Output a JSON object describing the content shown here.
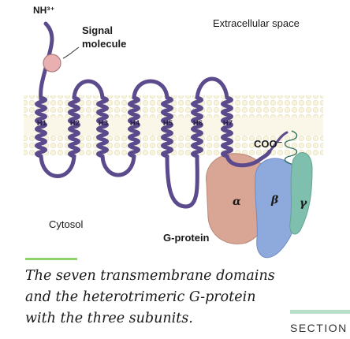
{
  "labels": {
    "nh3": "NH³⁺",
    "signal_molecule": "Signal\nmolecule",
    "extracellular": "Extracellular space",
    "coo": "COO⁻",
    "cytosol": "Cytosol",
    "g_protein": "G-protein",
    "alpha": "α",
    "beta": "β",
    "gamma": "γ"
  },
  "helices": [
    "H1",
    "H2",
    "H3",
    "H4",
    "H5",
    "H6",
    "H7"
  ],
  "caption": "The seven transmembrane domains and the heterotrimeric G-protein with the three subunits.",
  "section_label": "SECTION",
  "colors": {
    "receptor": "#5b4a8c",
    "membrane": "#f1eccf",
    "signal_molecule": "#e8b0b0",
    "alpha_subunit": "#d9a595",
    "beta_subunit": "#8ea9dc",
    "gamma_subunit": "#7fbfae",
    "accent_rule": "#8ed46b"
  }
}
